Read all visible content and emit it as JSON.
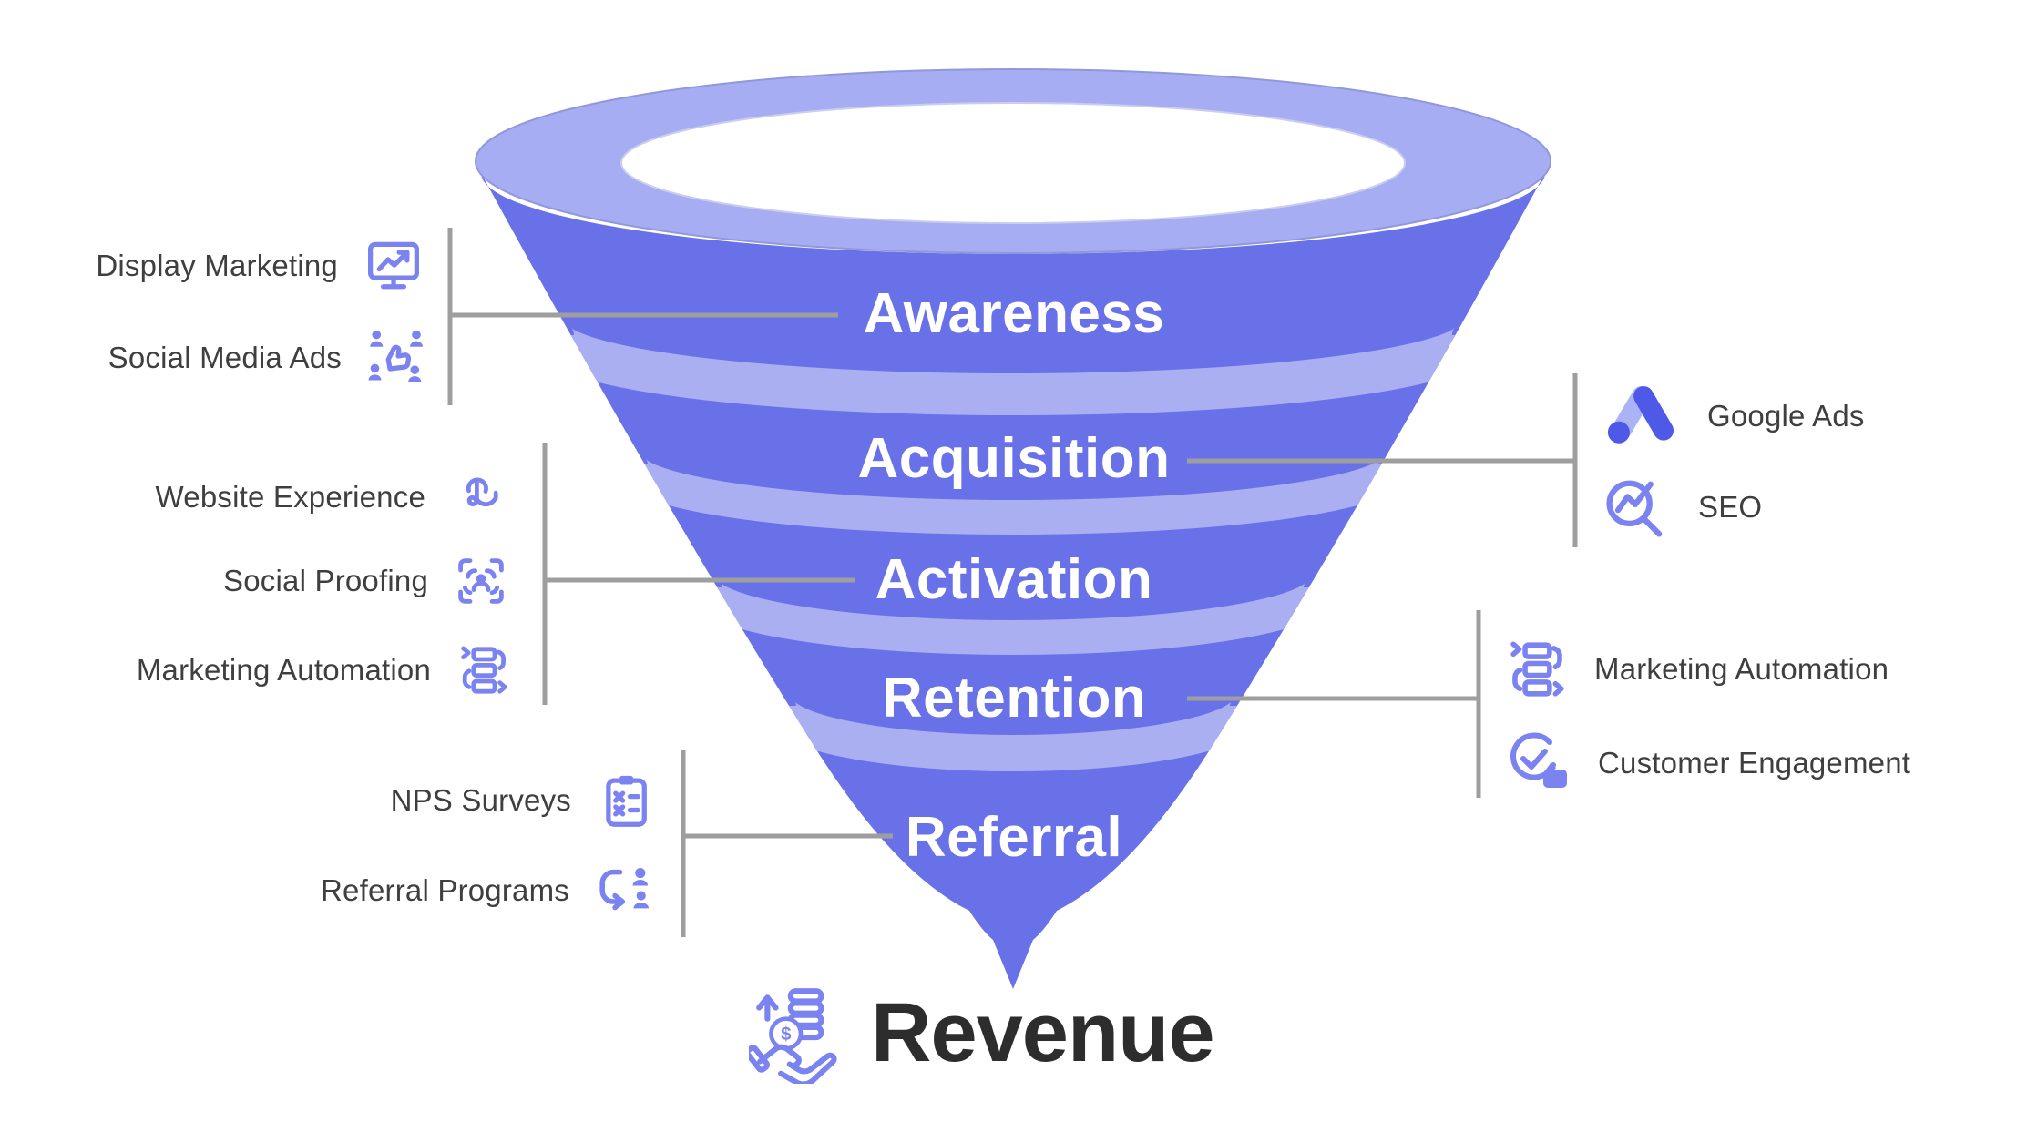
{
  "funnel": {
    "stages": [
      {
        "label": "Awareness"
      },
      {
        "label": "Acquisition"
      },
      {
        "label": "Activation"
      },
      {
        "label": "Retention"
      },
      {
        "label": "Referral"
      }
    ],
    "outcome": {
      "label": "Revenue",
      "icon": "hand-coins-icon",
      "currency_symbol": "$"
    }
  },
  "left_annotations": [
    {
      "connects_to": "Awareness",
      "items": [
        {
          "label": "Display Marketing",
          "icon": "display-chart-icon"
        },
        {
          "label": "Social Media Ads",
          "icon": "social-thumbs-icon"
        }
      ]
    },
    {
      "connects_to": "Activation",
      "items": [
        {
          "label": "Website Experience",
          "icon": "tap-gesture-icon"
        },
        {
          "label": "Social Proofing",
          "icon": "face-scan-icon"
        },
        {
          "label": "Marketing Automation",
          "icon": "automation-stack-icon"
        }
      ]
    },
    {
      "connects_to": "Referral",
      "items": [
        {
          "label": "NPS Surveys",
          "icon": "survey-clipboard-icon"
        },
        {
          "label": "Referral Programs",
          "icon": "referral-loop-icon"
        }
      ]
    }
  ],
  "right_annotations": [
    {
      "connects_to": "Acquisition",
      "items": [
        {
          "label": "Google Ads",
          "icon": "google-ads-icon"
        },
        {
          "label": "SEO",
          "icon": "seo-magnifier-icon"
        }
      ]
    },
    {
      "connects_to": "Retention",
      "items": [
        {
          "label": "Marketing Automation",
          "icon": "automation-stack-icon"
        },
        {
          "label": "Customer Engagement",
          "icon": "engagement-check-icon"
        }
      ]
    }
  ],
  "colors": {
    "funnel_body": "#6971E8",
    "funnel_band": "#A9AFF0",
    "funnel_rim": "#A6ADF2",
    "funnel_mouth": "#FFFFFF",
    "connector_line": "#9E9E9E",
    "annotation_text": "#3F3F3F",
    "stage_text": "#FFFFFF",
    "revenue_text": "#2D2D2D",
    "icon_accent": "#7B83F1",
    "google_ads_dark": "#4E59E8",
    "google_ads_light": "#A9B3F5"
  }
}
